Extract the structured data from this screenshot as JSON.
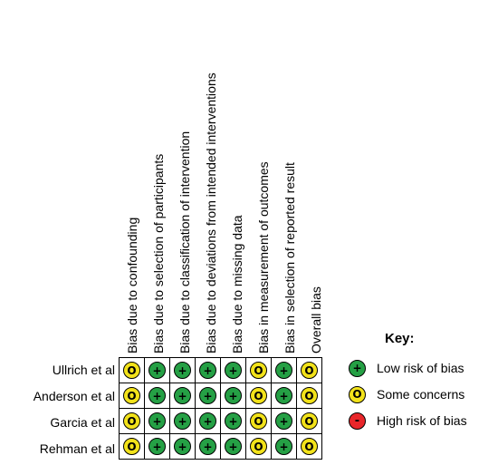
{
  "domains": [
    "Bias due to confounding",
    "Bias due to selection of participants",
    "Bias due to classification of intervention",
    "Bias due to deviations from intended interventions",
    "Bias due to missing data",
    "Bias in measurement of outcomes",
    "Bias in selection of reported result",
    "Overall bias"
  ],
  "studies": [
    {
      "name": "Ullrich et al",
      "ratings": [
        "some",
        "low",
        "low",
        "low",
        "low",
        "some",
        "low",
        "some"
      ]
    },
    {
      "name": "Anderson et al",
      "ratings": [
        "some",
        "low",
        "low",
        "low",
        "low",
        "some",
        "low",
        "some"
      ]
    },
    {
      "name": "Garcia et al",
      "ratings": [
        "some",
        "low",
        "low",
        "low",
        "low",
        "some",
        "low",
        "some"
      ]
    },
    {
      "name": "Rehman et al",
      "ratings": [
        "some",
        "low",
        "low",
        "low",
        "low",
        "some",
        "low",
        "some"
      ]
    }
  ],
  "symbols": {
    "low": "+",
    "some": "O",
    "high": "-"
  },
  "colors": {
    "low": "#25a045",
    "some": "#f2e21a",
    "high": "#e8262a"
  },
  "key": {
    "title": "Key:",
    "items": [
      {
        "level": "low",
        "label": "Low risk of bias"
      },
      {
        "level": "some",
        "label": "Some concerns"
      },
      {
        "level": "high",
        "label": "High risk of bias"
      }
    ]
  }
}
